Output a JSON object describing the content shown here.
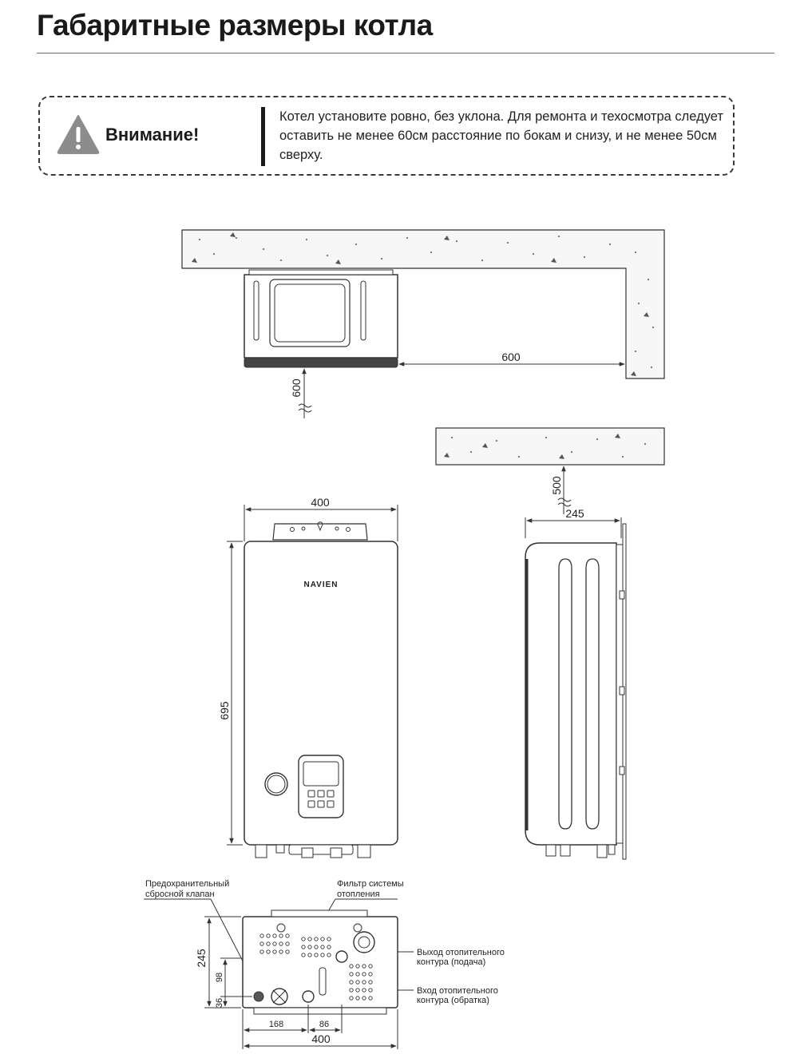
{
  "page": {
    "title": "Габаритные размеры котла"
  },
  "notice": {
    "icon": "warning-triangle-icon",
    "label": "Внимание!",
    "text": "Котел установите ровно, без уклона. Для ремонта и техосмотра следует оставить не менее 60см расстояние по бокам и снизу, и не менее 50см сверху."
  },
  "top_view": {
    "side_clearance": "600",
    "bottom_clearance": "600"
  },
  "side_view": {
    "top_clearance": "500",
    "depth": "245"
  },
  "front_view": {
    "width": "400",
    "height": "695",
    "brand": "NAVIEN"
  },
  "bottom_view": {
    "depth": "245",
    "dim_98": "98",
    "dim_36": "36",
    "dim_168": "168",
    "dim_86": "86",
    "width": "400",
    "labels": {
      "safety_valve_1": "Предохранительный",
      "safety_valve_2": "сбросной клапан",
      "filter_1": "Фильтр системы",
      "filter_2": "отопления",
      "supply_1": "Выход отопительного",
      "supply_2": "контура (подача)",
      "return_1": "Вход отопительного",
      "return_2": "контура (обратка)"
    }
  },
  "colors": {
    "line": "#333333",
    "concrete": "#f7f7f7",
    "boiler_body": "#ffffff"
  }
}
